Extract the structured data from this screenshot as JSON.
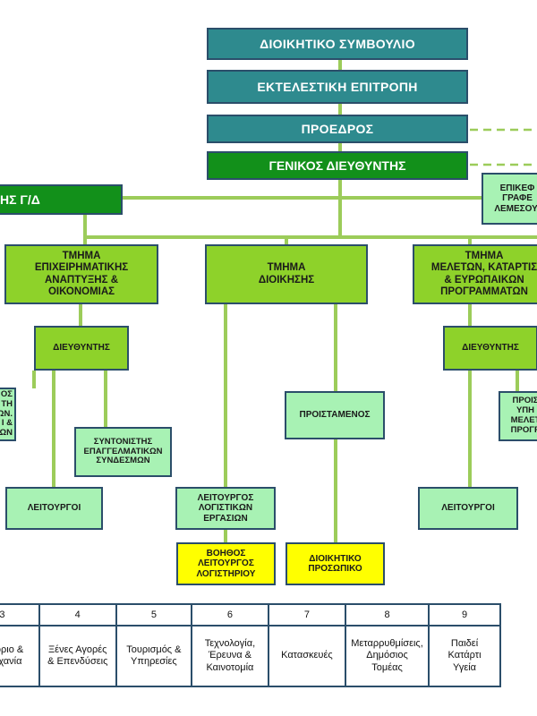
{
  "board": "ΔΙΟΙΚΗΤΙΚΟ ΣΥΜΒΟΥΛΙΟ",
  "executive_committee": "ΕΚΤΕΛΕΣΤΙΚΗ ΕΠΙΤΡΟΠΗ",
  "president": "ΠΡΟΕΔΡΟΣ",
  "general_director": "ΓΕΝΙΚΟΣ ΔΙΕΥΘΥΝΤΗΣ",
  "left_partial_header": "ΗΣ Γ/Δ",
  "right_partial_header": "ΕΠΙΚΕΦ\nΓΡΑΦΕ\nΛΕΜΕΣΟΥ-",
  "departments": {
    "business": "ΤΜΗΜΑ\nΕΠΙΧΕΙΡΗΜΑΤΙΚΗΣ\nΑΝΑΠΤΥΞΗΣ &\nΟΙΚΟΝΟΜΙΑΣ",
    "administration": "ΤΜΗΜΑ\nΔΙΟΙΚΗΣΗΣ",
    "studies": "ΤΜΗΜΑ\nΜΕΛΕΤΩΝ, ΚΑΤΑΡΤΙΣ\n& ΕΥΡΩΠΑΙΚΩΝ\nΠΡΟΓΡΑΜΜΑΤΩΝ"
  },
  "directors": {
    "business": "ΔΙΕΥΘΥΝΤΗΣ",
    "studies": "ΔΙΕΥΘΥΝΤΗΣ"
  },
  "left_partial_box": "ΟΣ\nΤΗ\nΩΝ.\nΙ &\nΩΝ",
  "coordinator": "ΣΥΝΤΟΝΙΣΤΗΣ\nΕΠΑΓΓΕΛΜΑΤΙΚΩΝ\nΣΥΝΔΕΣΜΩΝ",
  "supervisor": "ΠΡΟΙΣΤΑΜΕΝΟΣ",
  "right_partial_box": "ΠΡΟΙΣ\nΥΠΗ\nΜΕΛΕΤ\nΠΡΟΓΡ",
  "officers_left": "ΛΕΙΤΟΥΡΓΟΙ",
  "accounting_officer": "ΛΕΙΤΟΥΡΓΟΣ\nΛΟΓΙΣΤΙΚΩΝ\nΕΡΓΑΣΙΩΝ",
  "officers_right": "ΛΕΙΤΟΥΡΓΟΙ",
  "assistant_officer": "ΒΟΗΘΟΣ\nΛΕΙΤΟΥΡΓΟΣ\nΛΟΓΙΣΤΗΡΙΟΥ",
  "admin_staff": "ΔΙΟΙΚΗΤΙΚΟ\nΠΡΟΣΩΠΙΚΟ",
  "sectors": [
    {
      "num": "3",
      "label": "τόριο &\nυχανία"
    },
    {
      "num": "4",
      "label": "Ξένες Αγορές\n& Επενδύσεις"
    },
    {
      "num": "5",
      "label": "Τουρισμός &\nΥπηρεσίες"
    },
    {
      "num": "6",
      "label": "Τεχνολογία,\nΈρευνα &\nΚαινοτομία"
    },
    {
      "num": "7",
      "label": "Κατασκευές"
    },
    {
      "num": "8",
      "label": "Μεταρρυθμίσεις,\nΔημόσιος\nΤομέας"
    },
    {
      "num": "9",
      "label": "Παιδεί\nΚατάρτι\nΥγεία"
    }
  ],
  "colors": {
    "teal": "#2e8a8e",
    "dark_green": "#12901a",
    "lime": "#8ed22a",
    "light_green": "#a8f2b4",
    "yellow": "#ffff00",
    "connector": "#9ccc5a",
    "border": "#2b4e6a"
  }
}
